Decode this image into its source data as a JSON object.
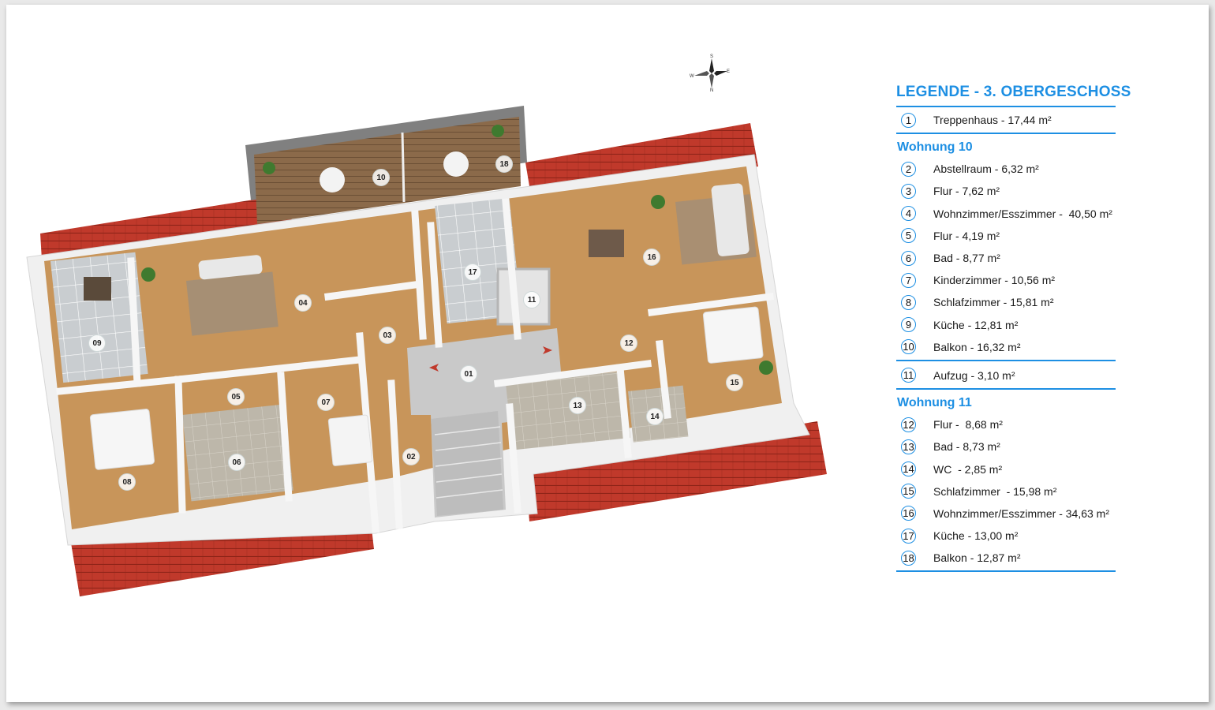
{
  "legend": {
    "title": "LEGENDE - 3. OBERGESCHOSS",
    "accent_color": "#1d8fe3",
    "common": [
      {
        "num": "1",
        "label": "Treppenhaus - 17,44 m²"
      }
    ],
    "wohnung10": {
      "title": "Wohnung 10",
      "items": [
        {
          "num": "2",
          "label": "Abstellraum - 6,32 m²"
        },
        {
          "num": "3",
          "label": "Flur - 7,62 m²"
        },
        {
          "num": "4",
          "label": "Wohnzimmer/Esszimmer -  40,50 m²"
        },
        {
          "num": "5",
          "label": "Flur - 4,19 m²"
        },
        {
          "num": "6",
          "label": "Bad - 8,77 m²"
        },
        {
          "num": "7",
          "label": "Kinderzimmer - 10,56 m²"
        },
        {
          "num": "8",
          "label": "Schlafzimmer - 15,81 m²"
        },
        {
          "num": "9",
          "label": "Küche - 12,81 m²"
        },
        {
          "num": "10",
          "label": "Balkon - 16,32 m²"
        }
      ]
    },
    "elevator": {
      "num": "11",
      "label": "Aufzug - 3,10 m²"
    },
    "wohnung11": {
      "title": "Wohnung 11",
      "items": [
        {
          "num": "12",
          "label": "Flur -  8,68 m²"
        },
        {
          "num": "13",
          "label": "Bad - 8,73 m²"
        },
        {
          "num": "14",
          "label": "WC  - 2,85 m²"
        },
        {
          "num": "15",
          "label": "Schlafzimmer  - 15,98 m²"
        },
        {
          "num": "16",
          "label": "Wohnzimmer/Esszimmer - 34,63 m²"
        },
        {
          "num": "17",
          "label": "Küche - 13,00 m²"
        },
        {
          "num": "18",
          "label": "Balkon - 12,87 m²"
        }
      ]
    }
  },
  "plan": {
    "room_labels": [
      "01",
      "02",
      "03",
      "04",
      "05",
      "06",
      "07",
      "08",
      "09",
      "10",
      "11",
      "12",
      "13",
      "14",
      "15",
      "16",
      "17",
      "18"
    ],
    "colors": {
      "roof": "#c0392b",
      "floor": "#c8955a",
      "tile": "#c9cdd0",
      "wall": "#f4f4f4",
      "deck": "#8b6a4a"
    }
  },
  "compass": {
    "n": "N",
    "s": "S",
    "e": "E",
    "w": "W"
  }
}
